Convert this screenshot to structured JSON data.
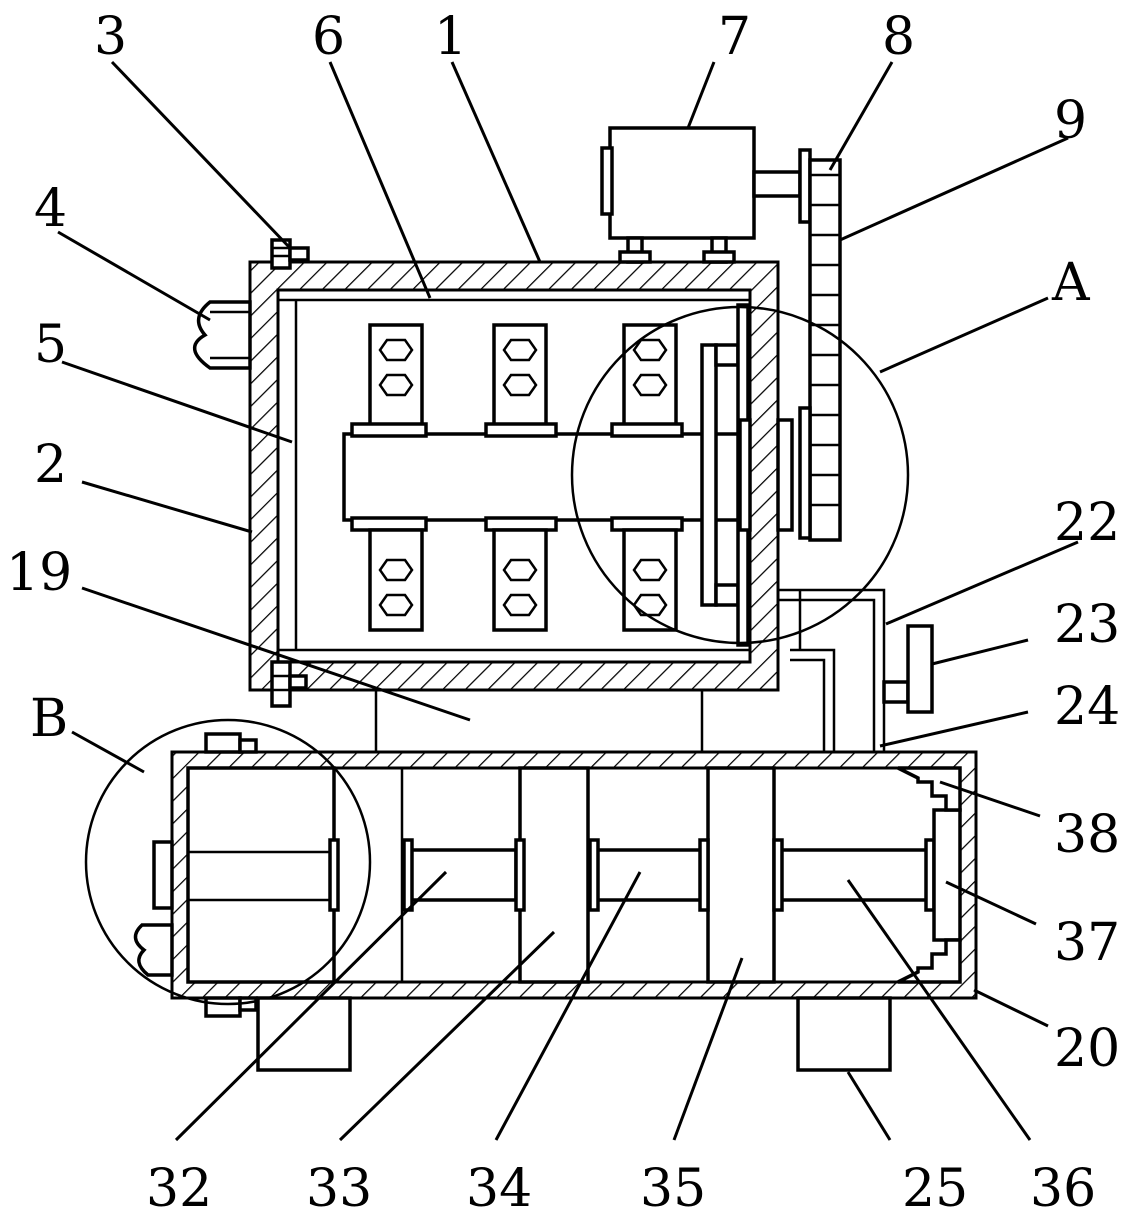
{
  "labels": {
    "l1": "1",
    "l2": "2",
    "l3": "3",
    "l4": "4",
    "l5": "5",
    "l6": "6",
    "l7": "7",
    "l8": "8",
    "l9": "9",
    "lA": "A",
    "lB": "B",
    "l19": "19",
    "l20": "20",
    "l22": "22",
    "l23": "23",
    "l24": "24",
    "l25": "25",
    "l32": "32",
    "l33": "33",
    "l34": "34",
    "l35": "35",
    "l36": "36",
    "l37": "37",
    "l38": "38"
  }
}
